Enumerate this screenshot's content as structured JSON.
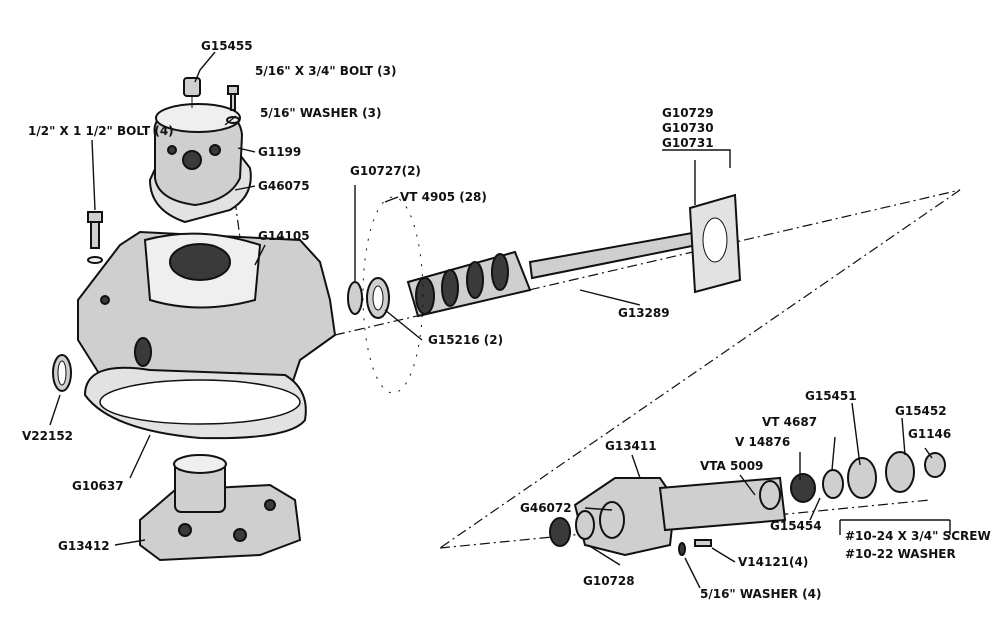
{
  "labels": {
    "g15455": "G15455",
    "bolt_5_16": "5/16\" X 3/4\" BOLT (3)",
    "washer_5_16_3": "5/16\" WASHER (3)",
    "bolt_half": "1/2\" X 1 1/2\" BOLT (4)",
    "g1199": "G1199",
    "g46075": "G46075",
    "g14105": "G14105",
    "g10727": "G10727(2)",
    "vt4905": "VT 4905 (28)",
    "g15216": "G15216 (2)",
    "g10729": "G10729",
    "g10730": "G10730",
    "g10731": "G10731",
    "g13289": "G13289",
    "v22152": "V22152",
    "g10637": "G10637",
    "g13412": "G13412",
    "g13411": "G13411",
    "vta5009": "VTA 5009",
    "v14876": "V 14876",
    "vt4687": "VT 4687",
    "g15451": "G15451",
    "g15452": "G15452",
    "g1146": "G1146",
    "g46072": "G46072",
    "g15454": "G15454",
    "screw_10_24": "#10-24 X 3/4\" SCREW",
    "washer_10_22": "#10-22 WASHER",
    "v14121": "V14121(4)",
    "g10728": "G10728",
    "washer_5_16_4": "5/16\" WASHER (4)"
  }
}
